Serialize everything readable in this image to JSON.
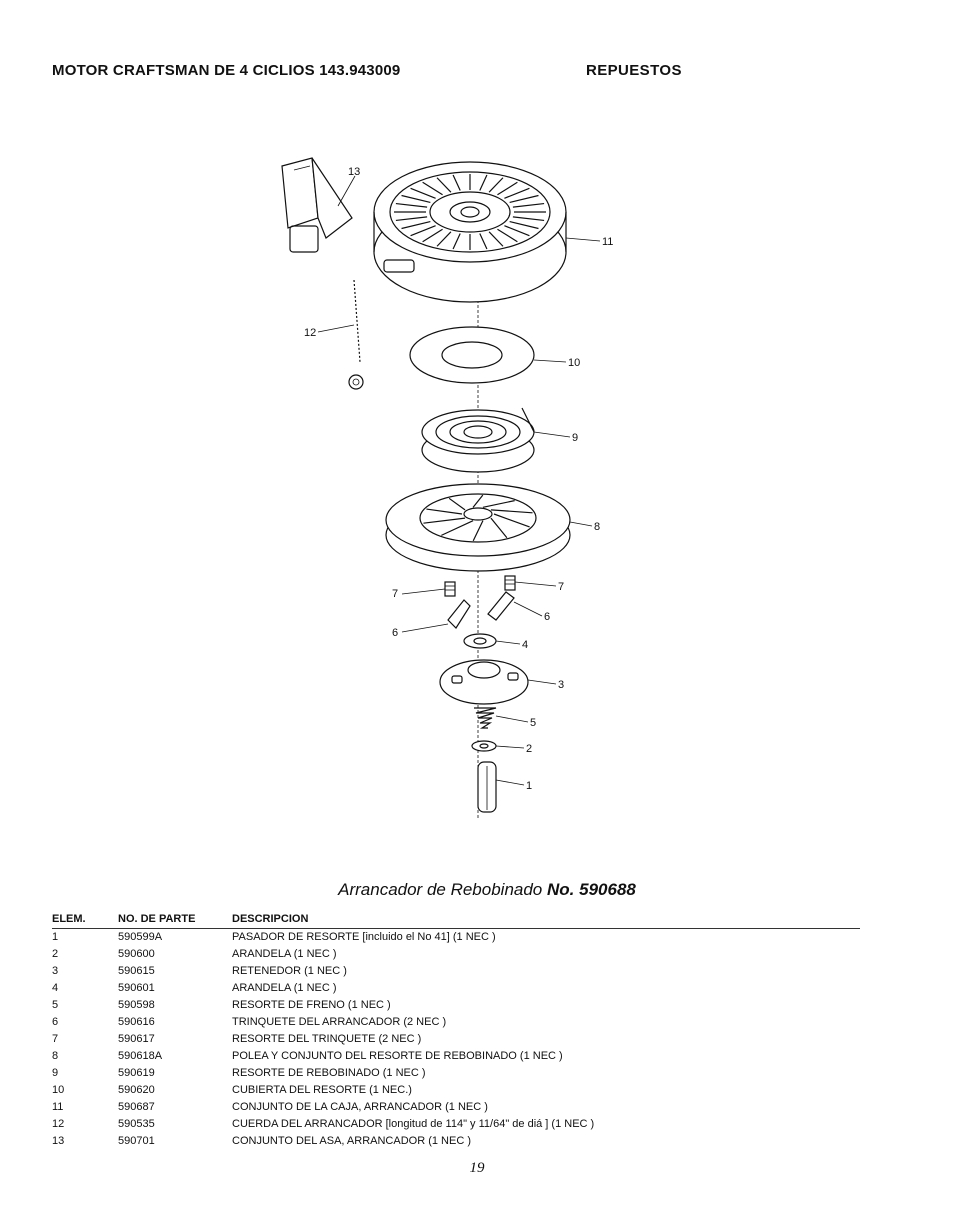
{
  "header": {
    "title": "MOTOR CRAFTSMAN DE 4 CICLIOS 143.943009",
    "section": "REPUESTOS"
  },
  "diagram": {
    "callouts": [
      "13",
      "11",
      "12",
      "10",
      "9",
      "8",
      "7",
      "7",
      "6",
      "6",
      "4",
      "3",
      "5",
      "2",
      "1"
    ]
  },
  "assembly": {
    "title": "Arrancador de Rebobinado",
    "number": "No. 590688"
  },
  "table": {
    "headers": [
      "ELEM.",
      "NO. DE PARTE",
      "DESCRIPCION"
    ],
    "rows": [
      [
        "1",
        "590599A",
        "PASADOR DE RESORTE [incluido el No 41] (1 NEC )"
      ],
      [
        "2",
        "590600",
        "ARANDELA (1 NEC )"
      ],
      [
        "3",
        "590615",
        "RETENEDOR (1 NEC )"
      ],
      [
        "4",
        "590601",
        "ARANDELA (1 NEC )"
      ],
      [
        "5",
        "590598",
        "RESORTE DE FRENO (1 NEC )"
      ],
      [
        "6",
        "590616",
        "TRINQUETE DEL ARRANCADOR (2 NEC )"
      ],
      [
        "7",
        "590617",
        "RESORTE DEL TRINQUETE (2 NEC )"
      ],
      [
        "8",
        "590618A",
        "POLEA Y CONJUNTO DEL RESORTE DE REBOBINADO (1 NEC )"
      ],
      [
        "9",
        "590619",
        "RESORTE DE REBOBINADO (1 NEC )"
      ],
      [
        "10",
        "590620",
        "CUBIERTA DEL RESORTE (1 NEC.)"
      ],
      [
        "11",
        "590687",
        "CONJUNTO DE LA CAJA, ARRANCADOR (1 NEC )"
      ],
      [
        "12",
        "590535",
        "CUERDA DEL ARRANCADOR [longitud de 114\" y 11/64\" de diá ] (1 NEC )"
      ],
      [
        "13",
        "590701",
        "CONJUNTO DEL ASA, ARRANCADOR (1 NEC )"
      ]
    ]
  },
  "page_number": "19"
}
